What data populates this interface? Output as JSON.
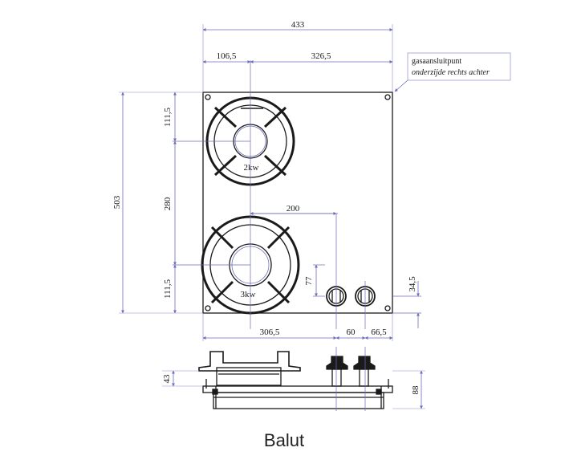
{
  "dimensions": {
    "total_width": "433",
    "left_offset": "106,5",
    "right_offset": "326,5",
    "total_depth": "503",
    "top_burner": "111,5",
    "burner_spacing": "280",
    "bottom_burner": "111,5",
    "knob_horizontal": "200",
    "knob_vertical": "77",
    "knob_from_edge": "34,5",
    "bottom_left": "306,5",
    "knob_spacing": "60",
    "bottom_right": "66,5",
    "side_height_small": "43",
    "side_height_total": "88"
  },
  "labels": {
    "burner_top_power": "2kw",
    "burner_bottom_power": "3kw"
  },
  "note": {
    "line1": "gasaansluitpunt",
    "line2": "onderzijde rechts achter"
  },
  "title": "Balut"
}
